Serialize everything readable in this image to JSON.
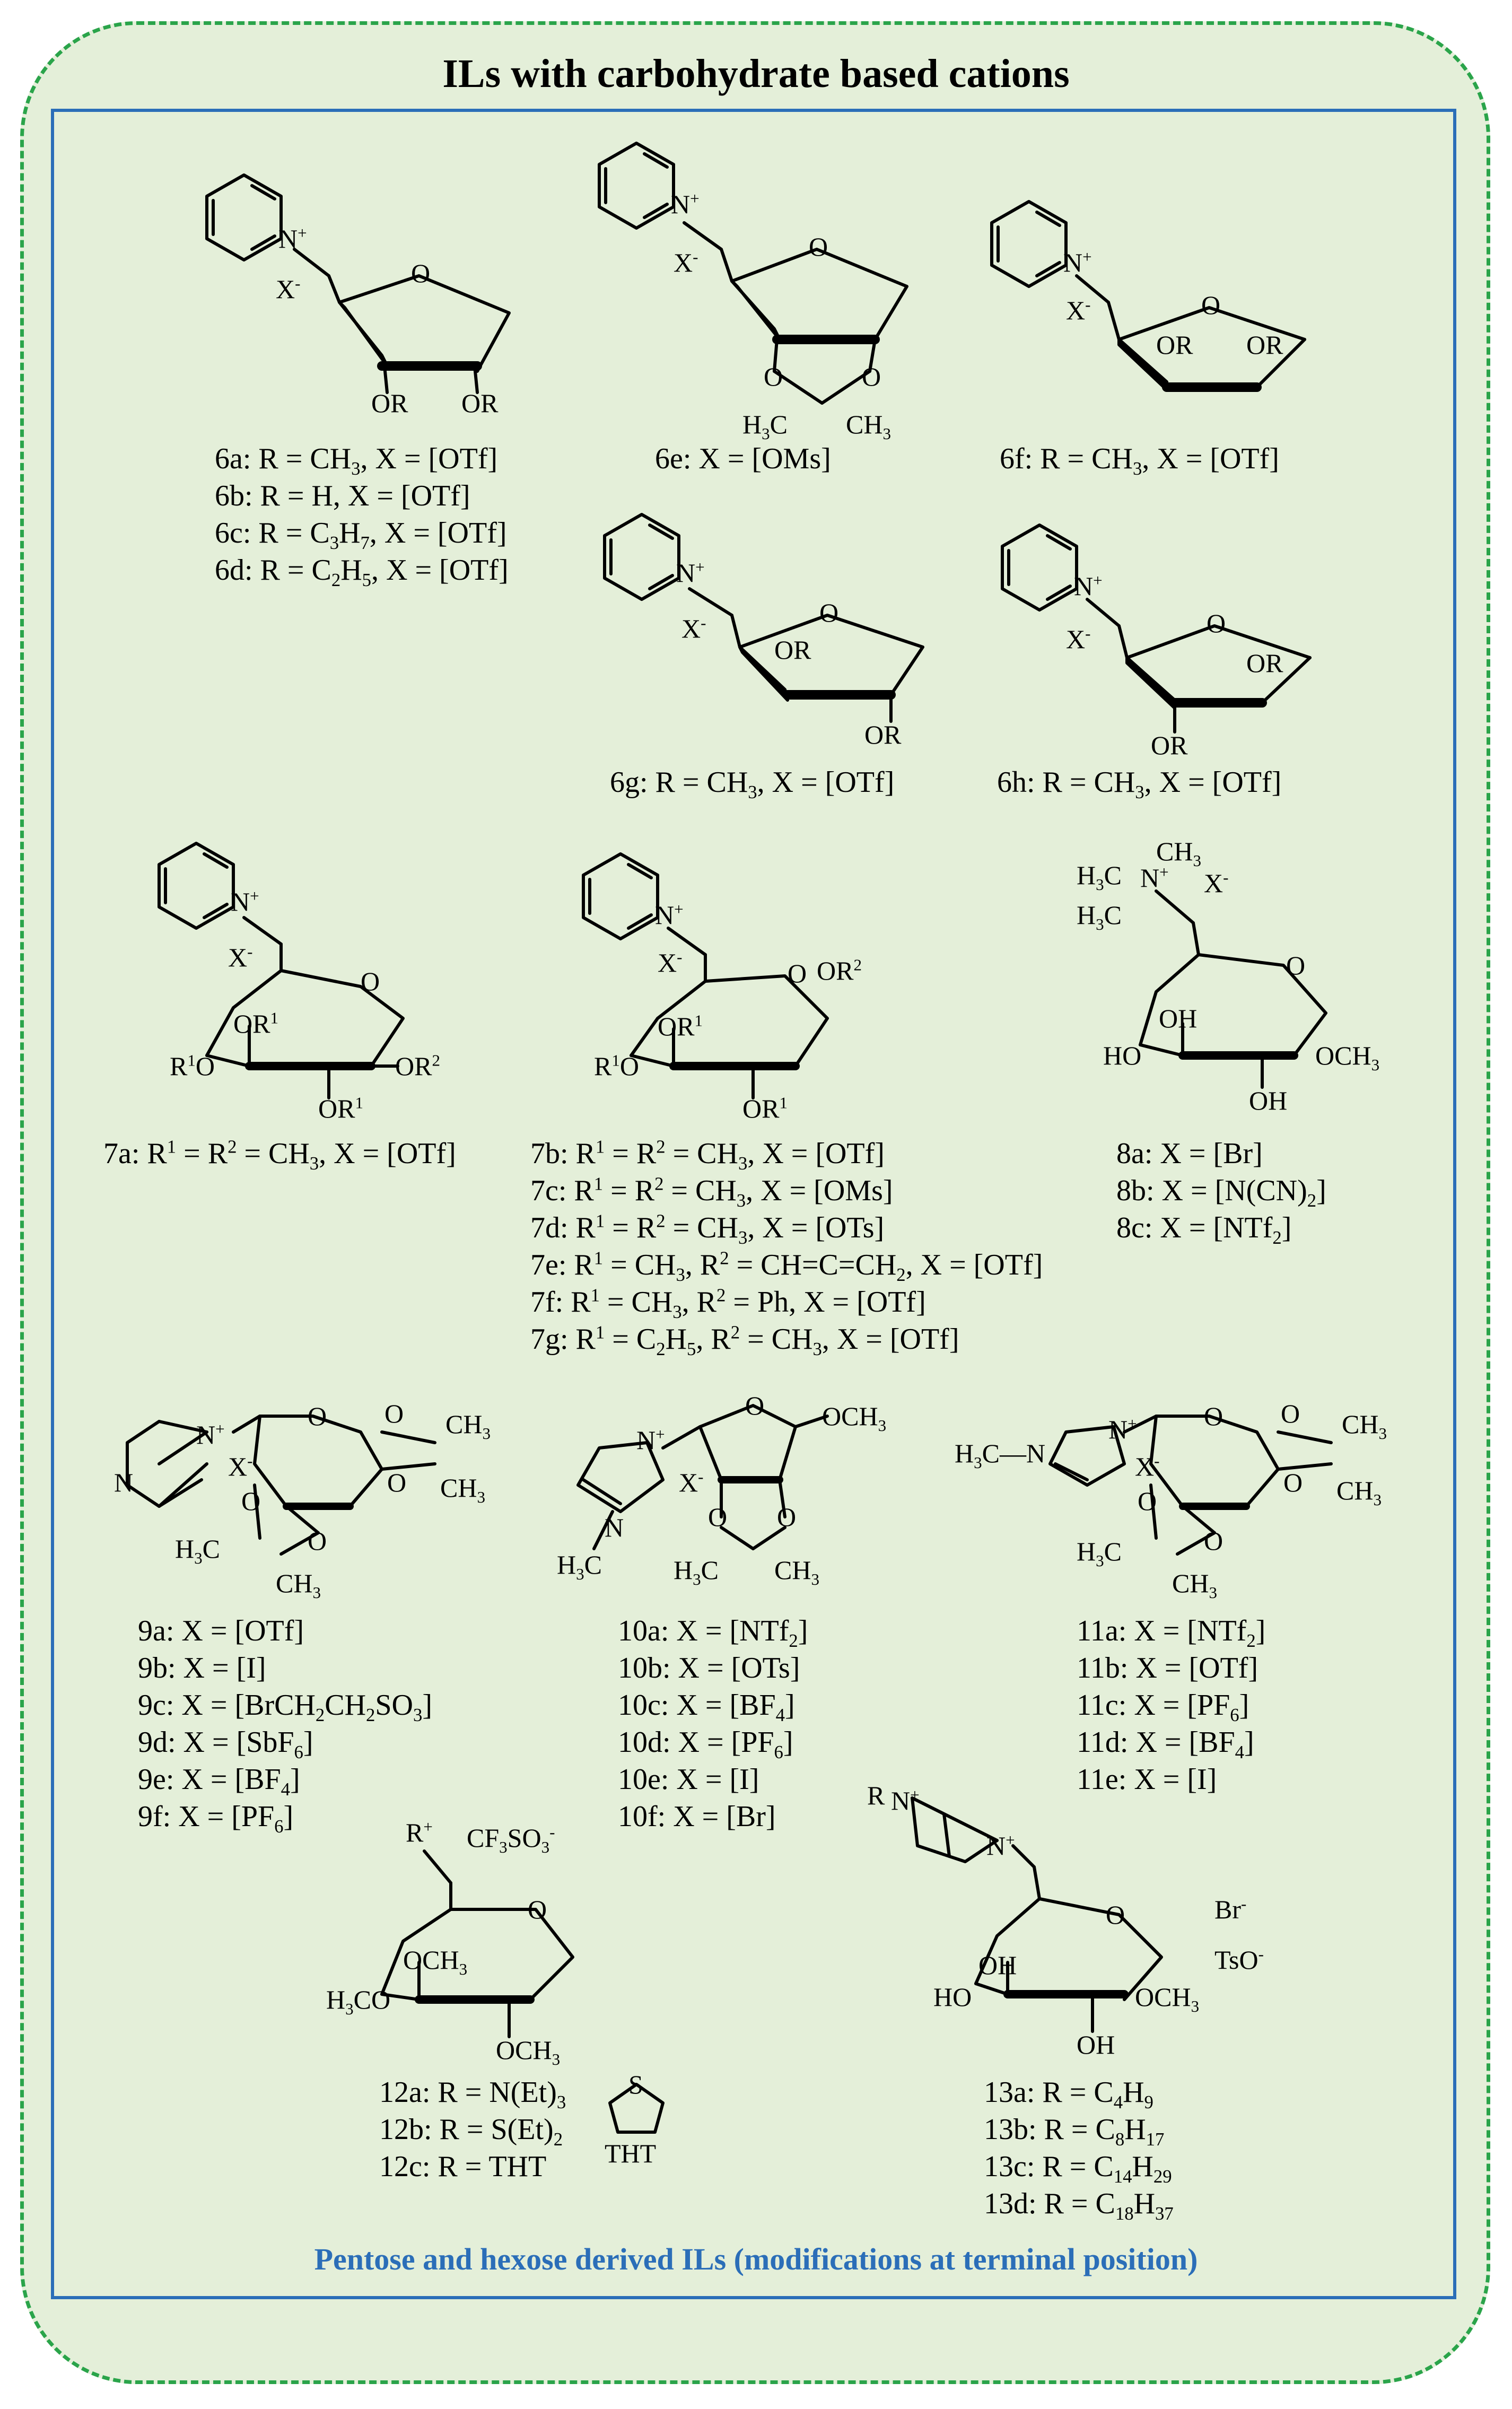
{
  "title": "ILs with carbohydrate based cations",
  "footer": "Pentose and hexose derived ILs (modifications at terminal position)",
  "compounds": {
    "c6ad": [
      "6a: R = CH<sub>3</sub>, X = [OTf]",
      "6b: R = H, X = [OTf]",
      "6c: R = C<sub>3</sub>H<sub>7</sub>, X = [OTf]",
      "6d: R = C<sub>2</sub>H<sub>5</sub>, X = [OTf]"
    ],
    "c6e": [
      "6e: X = [OMs]"
    ],
    "c6f": [
      "6f: R = CH<sub>3</sub>, X = [OTf]"
    ],
    "c6g": [
      "6g: R = CH<sub>3</sub>, X = [OTf]"
    ],
    "c6h": [
      "6h: R = CH<sub>3</sub>, X = [OTf]"
    ],
    "c7a": [
      "7a: R<sup>1</sup> = R<sup>2</sup> = CH<sub>3</sub>, X = [OTf]"
    ],
    "c7bg": [
      "7b: R<sup>1</sup> = R<sup>2</sup> = CH<sub>3</sub>, X = [OTf]",
      "7c: R<sup>1</sup> = R<sup>2</sup> = CH<sub>3</sub>, X = [OMs]",
      "7d: R<sup>1</sup> = R<sup>2</sup> = CH<sub>3</sub>, X = [OTs]",
      "7e: R<sup>1</sup> = CH<sub>3</sub>, R<sup>2</sup> = CH=C=CH<sub>2</sub>, X = [OTf]",
      "7f: R<sup>1</sup> = CH<sub>3</sub>, R<sup>2</sup> = Ph, X = [OTf]",
      "7g: R<sup>1</sup> = C<sub>2</sub>H<sub>5</sub>, R<sup>2</sup> = CH<sub>3</sub>, X = [OTf]"
    ],
    "c8": [
      "8a: X = [Br]",
      "8b: X = [N(CN)<sub>2</sub>]",
      "8c: X = [NTf<sub>2</sub>]"
    ],
    "c9": [
      "9a: X = [OTf]",
      "9b: X = [I]",
      "9c: X = [BrCH<sub>2</sub>CH<sub>2</sub>SO<sub>3</sub>]",
      "9d: X = [SbF<sub>6</sub>]",
      "9e: X = [BF<sub>4</sub>]",
      "9f: X = [PF<sub>6</sub>]"
    ],
    "c10": [
      "10a: X = [NTf<sub>2</sub>]",
      "10b: X = [OTs]",
      "10c: X = [BF<sub>4</sub>]",
      "10d: X = [PF<sub>6</sub>]",
      "10e: X = [I]",
      "10f: X = [Br]"
    ],
    "c11": [
      "11a: X = [NTf<sub>2</sub>]",
      "11b: X = [OTf]",
      "11c: X = [PF<sub>6</sub>]",
      "11d: X = [BF<sub>4</sub>]",
      "11e: X = [I]"
    ],
    "c12": [
      "12a: R = N(Et)<sub>3</sub>",
      "12b: R = S(Et)<sub>2</sub>",
      "12c: R = THT"
    ],
    "c13": [
      "13a: R = C<sub>4</sub>H<sub>9</sub>",
      "13b: R = C<sub>8</sub>H<sub>17</sub>",
      "13c: R = C<sub>14</sub>H<sub>29</sub>",
      "13d: R = C<sub>18</sub>H<sub>37</sub>"
    ]
  },
  "atoms": {
    "N": "N",
    "Nplus": "N<sup>+</sup>",
    "O": "O",
    "X": "X<sup>-</sup>",
    "OR": "OR",
    "OR1": "OR<sup>1</sup>",
    "R1O": "R<sup>1</sup>O",
    "OR2": "OR<sup>2</sup>",
    "CH3": "CH<sub>3</sub>",
    "H3C": "H<sub>3</sub>C",
    "OCH3": "OCH<sub>3</sub>",
    "H3CO": "H<sub>3</sub>CO",
    "OH": "OH",
    "HO": "HO",
    "H3CN": "H<sub>3</sub>C—N",
    "R": "R",
    "Rplus": "R<sup>+</sup>",
    "CF3SO3": "CF<sub>3</sub>SO<sub>3</sub><sup>-</sup>",
    "S": "S",
    "THT": "THT",
    "Br": "Br<sup>-</sup>",
    "TsO": "TsO<sup>-</sup>"
  }
}
